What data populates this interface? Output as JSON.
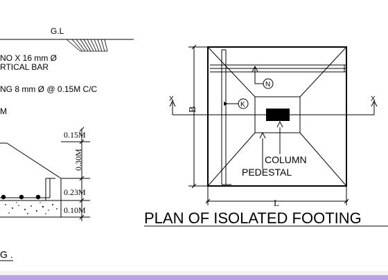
{
  "section": {
    "ground_level": "G.L",
    "vertical_bar_line1": "NO X 16 mm Ø",
    "vertical_bar_line2": "RTICAL BAR",
    "ring": "NG 8 mm Ø @ 0.15M C/C",
    "m_label": "M",
    "dim_top": "0.15M",
    "dim_mid": "0.30M",
    "dim_023": "0.23M",
    "dim_010": "0.10M",
    "title_fragment": "G ."
  },
  "plan": {
    "b_label": "B",
    "l_label": "L",
    "x_left": "X",
    "x_right": "X",
    "marker_n": "N",
    "marker_k": "K",
    "column_label": "COLUMN",
    "pedestal_label": "PEDESTAL",
    "title": "PLAN OF ISOLATED  FOOTING"
  }
}
